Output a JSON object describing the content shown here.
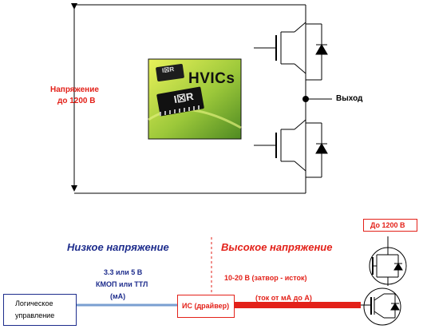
{
  "top": {
    "voltage_label_1": "Напряжение",
    "voltage_label_2": "до 1200 В",
    "output_label": "Выход",
    "chip_badge": "HVICs",
    "chip_logo_small": "I☒R",
    "chip_logo_large": "I☒R"
  },
  "bottom": {
    "low_voltage_title": "Низкое напряжение",
    "high_voltage_title": "Высокое напряжение",
    "logic_signal_1": "3.3 или 5 В",
    "logic_signal_2": "КМОП или ТТЛ",
    "logic_signal_3": "(мА)",
    "gate_drive_1": "10-20 В (затвор - исток)",
    "gate_drive_2": "(ток от мА до А)",
    "logic_block_1": "Логическое",
    "logic_block_2": "управление",
    "driver_block": "ИС (драйвер)",
    "high_limit_badge": "До 1200 В"
  },
  "colors": {
    "red": "#e32119",
    "blue": "#1d2c8c",
    "light_blue": "#7a9fd1",
    "chip_green": "#6a9e2c"
  }
}
